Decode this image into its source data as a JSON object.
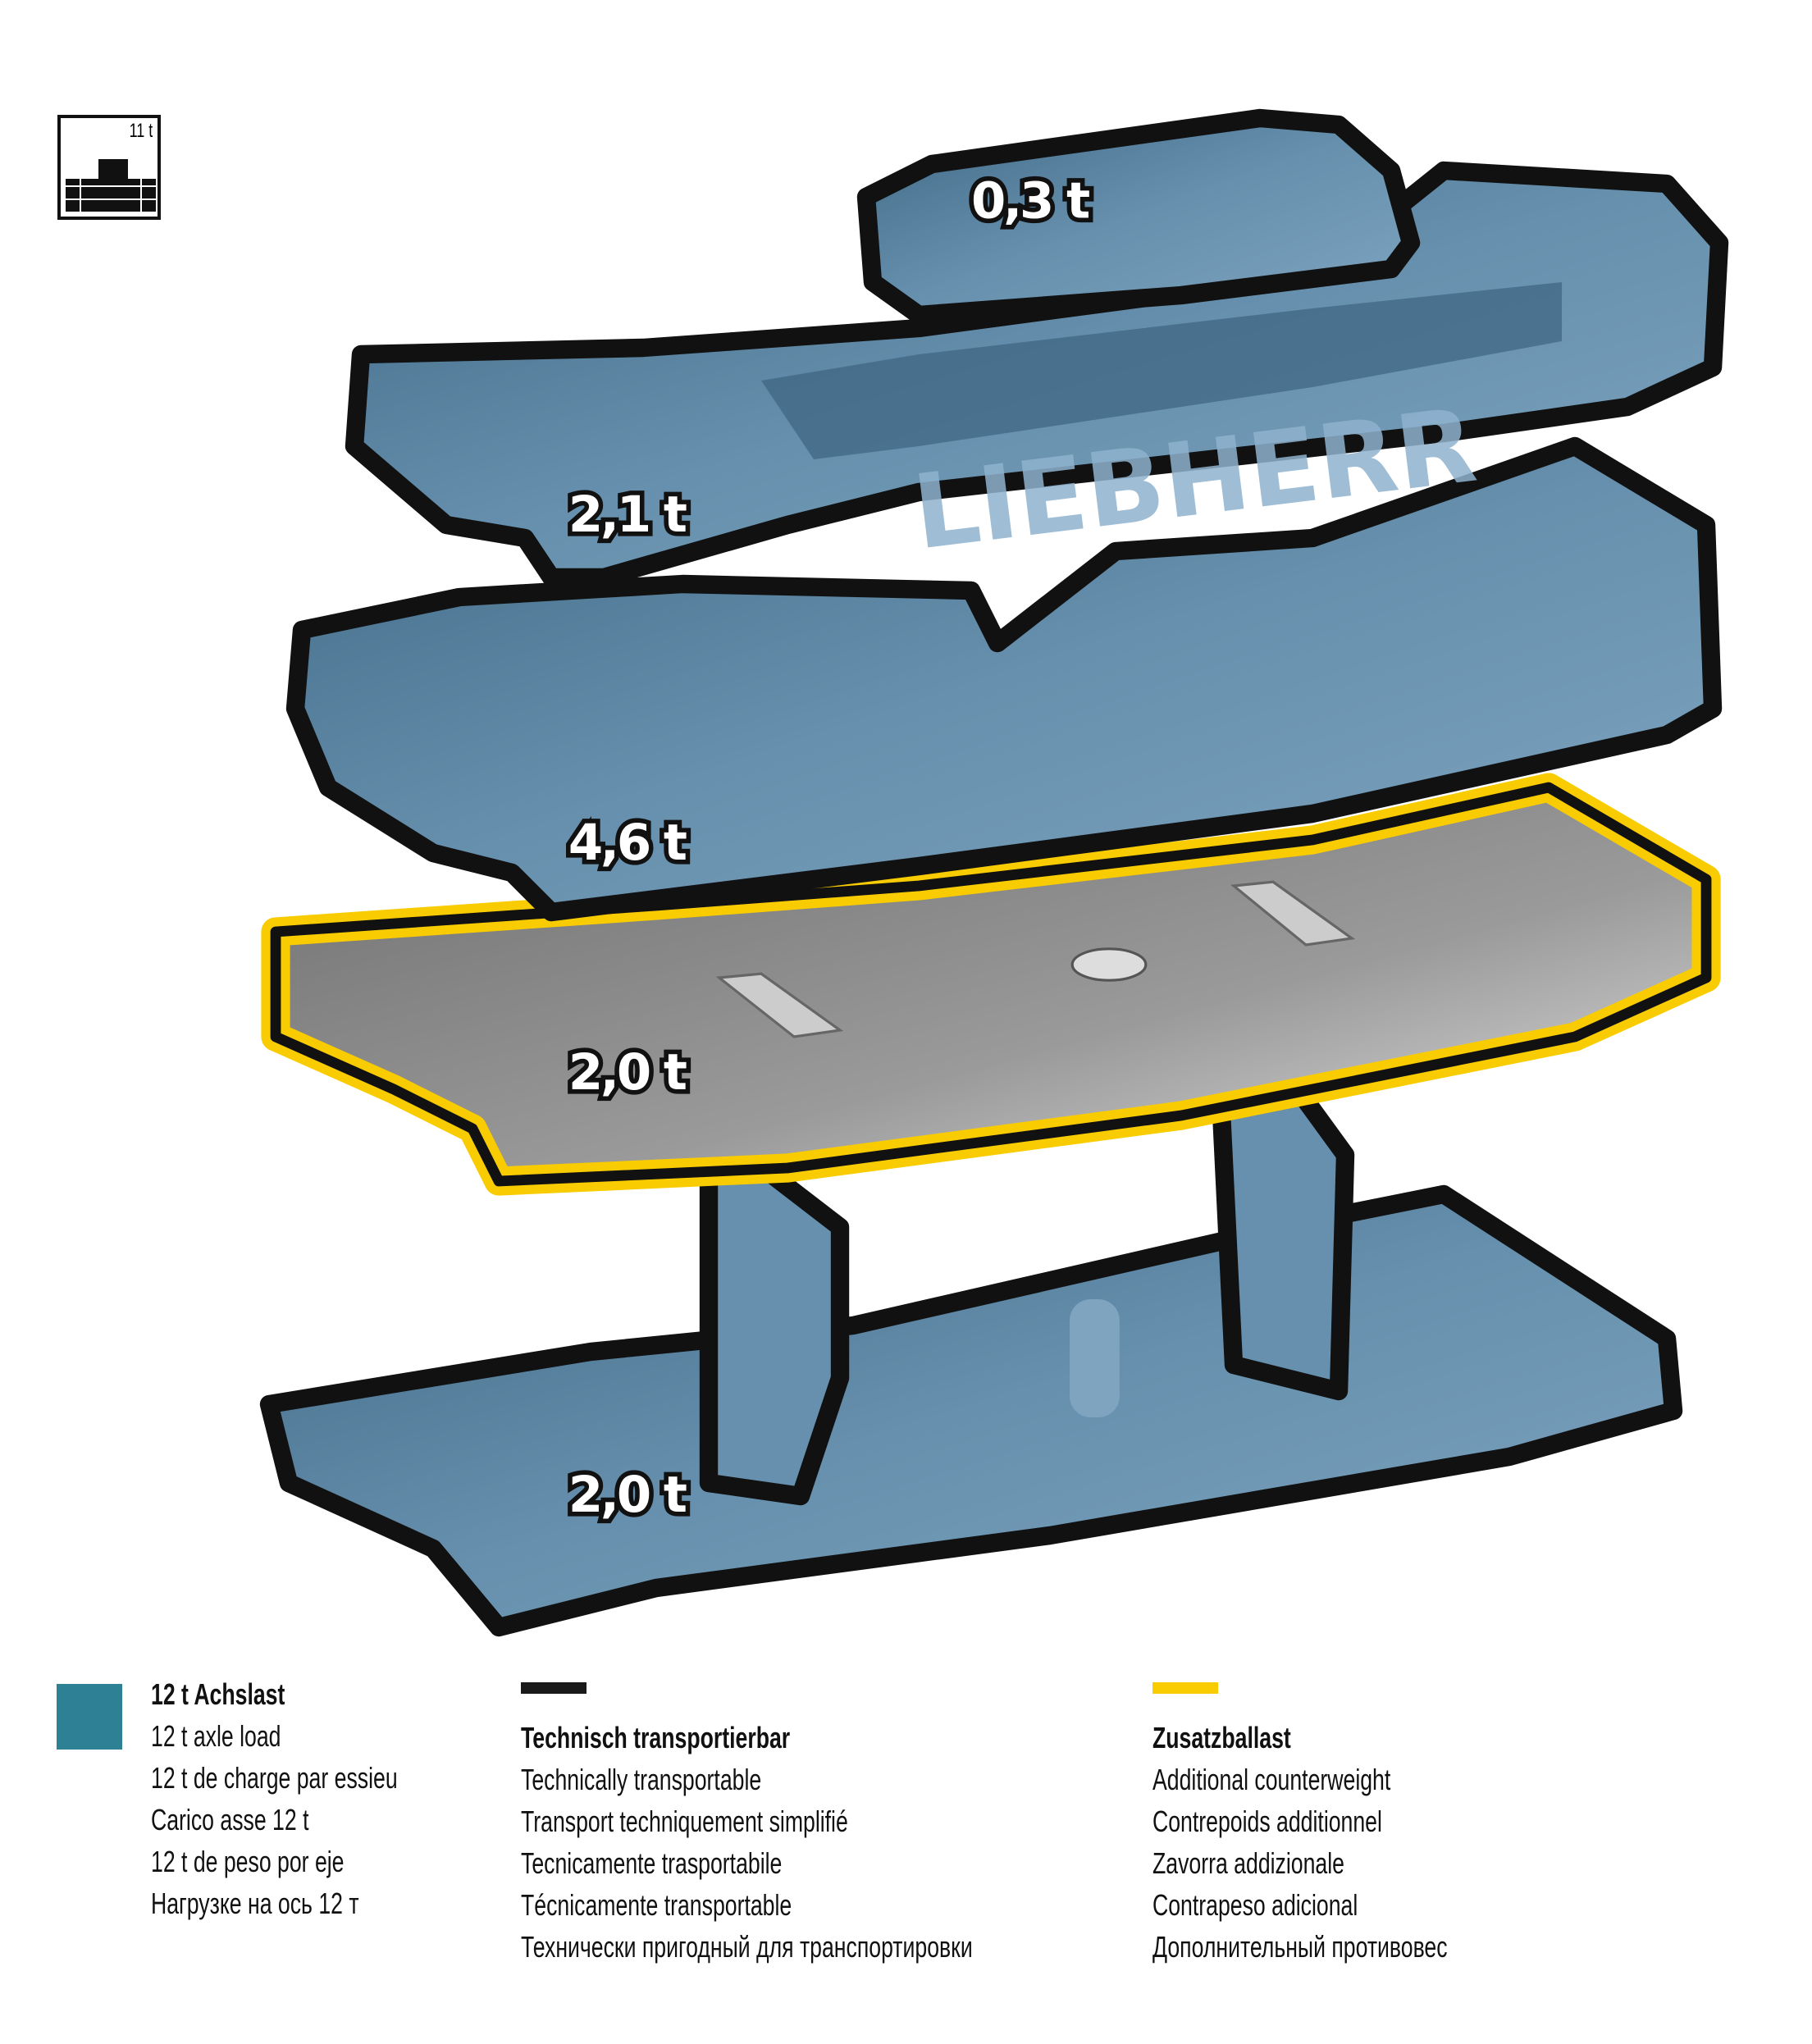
{
  "axle_icon": {
    "label": "11 t"
  },
  "weights": {
    "w1": "0,3 t",
    "w2": "2,1 t",
    "w3": "4,6 t",
    "w4": "2,0 t",
    "w5": "2,0 t"
  },
  "brand": "LIEBHERR",
  "colors": {
    "axle_load": "#2e8094",
    "transportable": "#1a1a1a",
    "additional": "#f8cc00",
    "part_fill": "#6690ad"
  },
  "legend": {
    "axle_load": {
      "heading": "12 t Achslast",
      "lines": [
        "12 t axle load",
        "12 t de charge par essieu",
        "Carico asse 12 t",
        "12 t de peso por eje",
        "Нагрузке на ось 12 т"
      ]
    },
    "transportable": {
      "heading": "Technisch transportierbar",
      "lines": [
        "Technically transportable",
        "Transport techniquement simplifié",
        "Tecnicamente trasportabile",
        "Técnicamente transportable",
        "Технически пригодный для транспортировки"
      ]
    },
    "additional": {
      "heading": "Zusatzballast",
      "lines": [
        "Additional counterweight",
        "Contrepoids additionnel",
        "Zavorra addizionale",
        "Contrapeso adicional",
        "Дополнительный противовес"
      ]
    }
  }
}
